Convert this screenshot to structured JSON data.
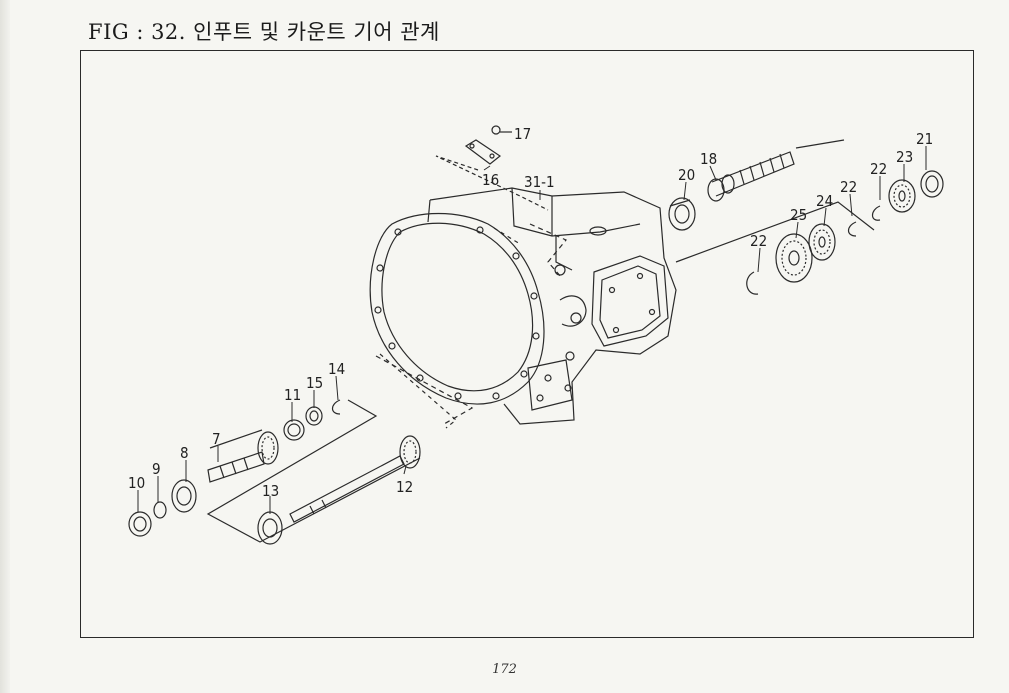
{
  "figure": {
    "title": "FIG : 32. 인푸트 및 카운트 기어 관계"
  },
  "callouts": [
    "17",
    "16",
    "31-1",
    "20",
    "18",
    "21",
    "23",
    "22",
    "22",
    "24",
    "25",
    "22",
    "14",
    "15",
    "11",
    "7",
    "8",
    "9",
    "10",
    "13",
    "12"
  ],
  "page": {
    "number": "172"
  }
}
